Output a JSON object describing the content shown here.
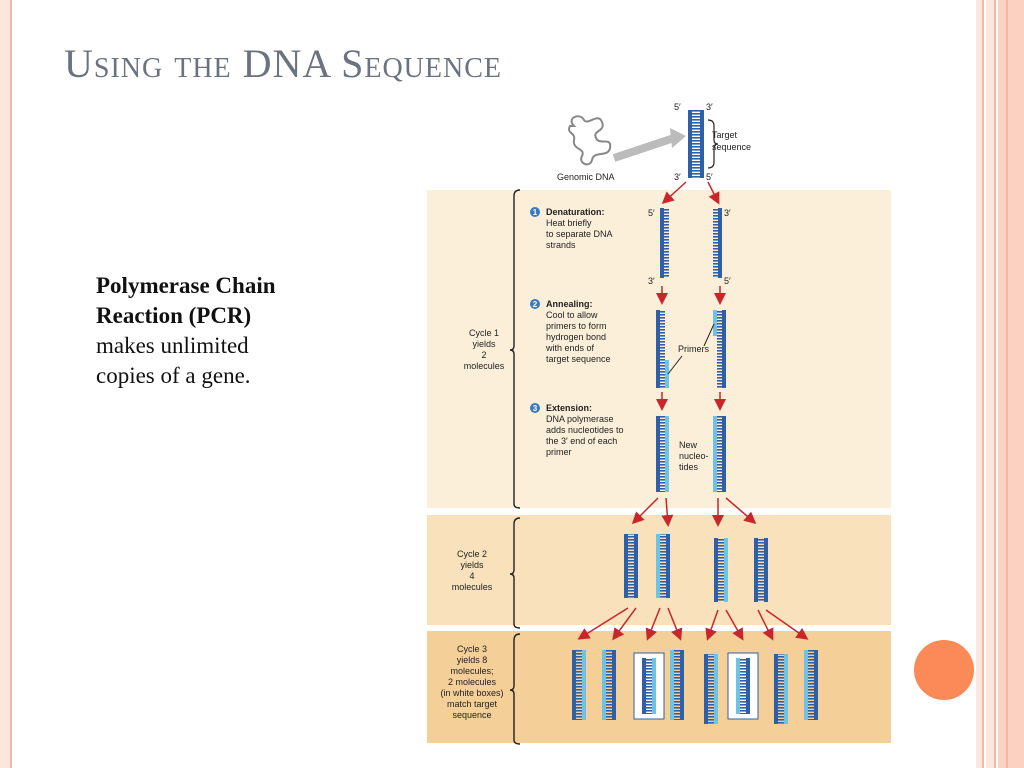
{
  "slide": {
    "title": "Using the DNA Sequence",
    "body_bold_1": "Polymerase Chain",
    "body_bold_2": "Reaction (PCR)",
    "body_line_3": "makes unlimited",
    "body_line_4": "copies of a gene."
  },
  "figure": {
    "genomic_dna": "Genomic DNA",
    "target_1": "Target",
    "target_2": "sequence",
    "top_5": "5′",
    "top_3": "3′",
    "bot_3": "3′",
    "bot_5": "5′",
    "step1_num": "1",
    "step1_l1": "Denaturation:",
    "step1_l2": "Heat briefly",
    "step1_l3": "to separate DNA",
    "step1_l4": "strands",
    "step2_num": "2",
    "step2_l1": "Annealing:",
    "step2_l2": "Cool to allow",
    "step2_l3": "primers to form",
    "step2_l4": "hydrogen bond",
    "step2_l5": "with ends of",
    "step2_l6": "target sequence",
    "step3_num": "3",
    "step3_l1": "Extension:",
    "step3_l2": "DNA polymerase",
    "step3_l3": "adds nucleotides to",
    "step3_l4": "the 3′ end of each",
    "step3_l5": "primer",
    "primers": "Primers",
    "new_1": "New",
    "new_2": "nucleo-",
    "new_3": "tides",
    "cycle1_l1": "Cycle 1",
    "cycle1_l2": "yields",
    "cycle1_l3": "2",
    "cycle1_l4": "molecules",
    "cycle2_l1": "Cycle 2",
    "cycle2_l2": "yields",
    "cycle2_l3": "4",
    "cycle2_l4": "molecules",
    "cycle3_l1": "Cycle 3",
    "cycle3_l2": "yields 8",
    "cycle3_l3": "molecules;",
    "cycle3_l4": "2 molecules",
    "cycle3_l5": "(in white boxes)",
    "cycle3_l6": "match target",
    "cycle3_l7": "sequence",
    "s1_5": "5′",
    "s1_3": "3′",
    "s1b_3": "3′",
    "s1b_5": "5′"
  },
  "colors": {
    "accent": "#fb8a58",
    "frame": "#f4b7a3",
    "title": "#6b7380",
    "strand_dark": "#2f5fa6",
    "strand_light": "#6cc3e3",
    "arrow": "#c8262b",
    "panel1": "#fbefd9",
    "panel2": "#f9e1bb",
    "panel3": "#f5cf98"
  }
}
